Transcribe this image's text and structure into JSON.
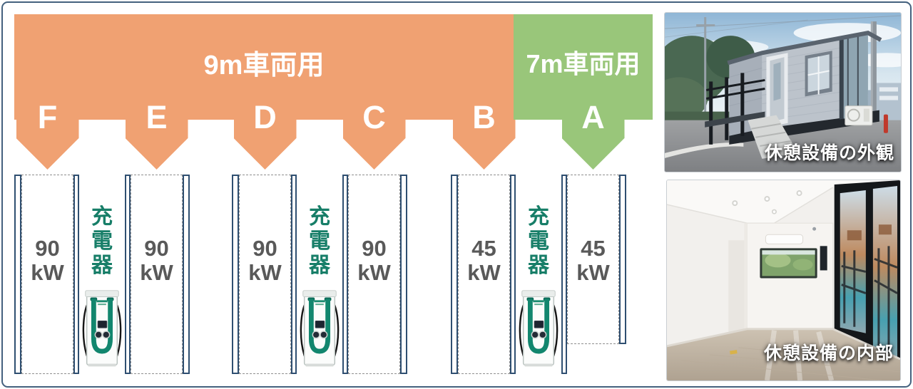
{
  "diagram": {
    "banners": {
      "b9m": {
        "label": "9m車両用",
        "vehicle": "9m"
      },
      "b7m": {
        "label": "7m車両用",
        "vehicle": "7m"
      }
    },
    "charger_label": "充電器",
    "stalls": [
      {
        "letter": "F",
        "power": "90",
        "unit": "kW",
        "vehicle": "9m"
      },
      {
        "letter": "E",
        "power": "90",
        "unit": "kW",
        "vehicle": "9m"
      },
      {
        "letter": "D",
        "power": "90",
        "unit": "kW",
        "vehicle": "9m"
      },
      {
        "letter": "C",
        "power": "90",
        "unit": "kW",
        "vehicle": "9m"
      },
      {
        "letter": "B",
        "power": "45",
        "unit": "kW",
        "vehicle": "9m"
      },
      {
        "letter": "A",
        "power": "45",
        "unit": "kW",
        "vehicle": "7m",
        "short": true
      }
    ]
  },
  "photos": {
    "exterior": {
      "caption": "休憩設備の外観"
    },
    "interior": {
      "caption": "休憩設備の内部"
    }
  },
  "colors": {
    "orange": "#F0A172",
    "green": "#99C67A",
    "wall_navy": "#2F4F71",
    "charger_teal": "#177E68",
    "kw_text_gray": "#595959",
    "frame_border": "#44617E"
  }
}
